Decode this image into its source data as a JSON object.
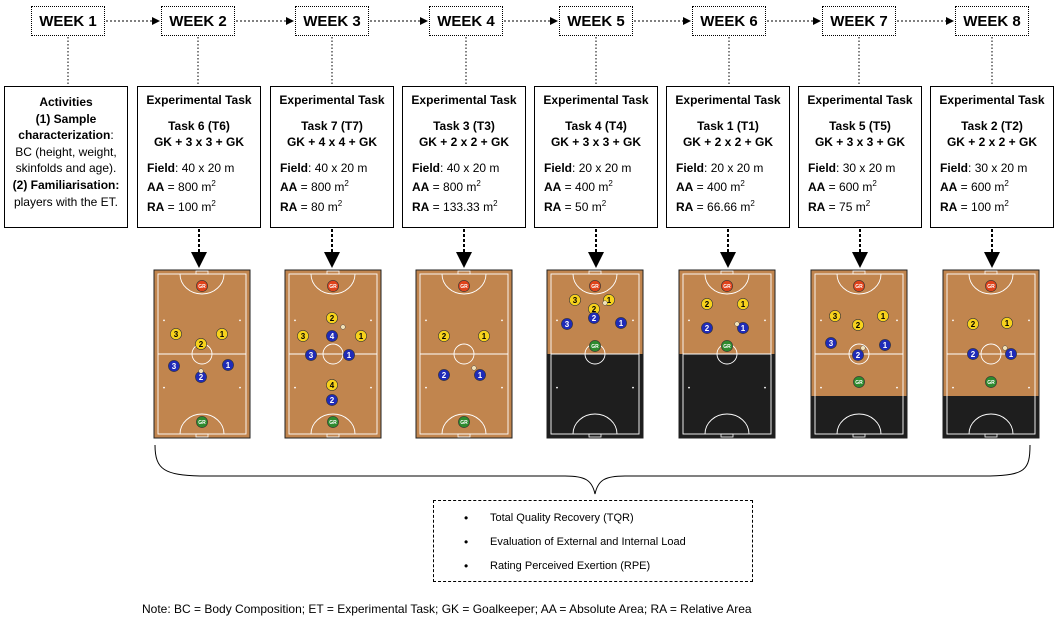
{
  "weeks": [
    "WEEK 1",
    "WEEK 2",
    "WEEK 3",
    "WEEK 4",
    "WEEK 5",
    "WEEK 6",
    "WEEK 7",
    "WEEK 8"
  ],
  "activities": {
    "title": "Activities",
    "item1_title": "(1) Sample",
    "item1_title2": "characterization",
    "item1_text1": "BC (height, weight,",
    "item1_text2": "skinfolds and age).",
    "item2_title": "(2) Familiarisation:",
    "item2_text": "players with the ET."
  },
  "panel_header": "Experimental Task",
  "tasks": [
    {
      "week": "WEEK 2",
      "task": "Task 6 (T6)",
      "format": "GK + 3 x 3 + GK",
      "field": "40 x 20 m",
      "aa": "800 m",
      "ra": "100 m",
      "court": "full"
    },
    {
      "week": "WEEK 3",
      "task": "Task 7 (T7)",
      "format": "GK + 4 x 4 + GK",
      "field": "40 x 20 m",
      "aa": "800 m",
      "ra": "80 m",
      "court": "full"
    },
    {
      "week": "WEEK 4",
      "task": "Task 3 (T3)",
      "format": "GK + 2 x 2 + GK",
      "field": "40 x 20 m",
      "aa": "800 m",
      "ra": "133.33 m",
      "court": "full"
    },
    {
      "week": "WEEK 5",
      "task": "Task 4 (T4)",
      "format": "GK + 3 x 3 + GK",
      "field": "20 x 20 m",
      "aa": "400 m",
      "ra": "50 m",
      "court": "half"
    },
    {
      "week": "WEEK 6",
      "task": "Task 1 (T1)",
      "format": "GK + 2 x 2 + GK",
      "field": "20 x 20 m",
      "aa": "400 m",
      "ra": "66.66 m",
      "court": "half"
    },
    {
      "week": "WEEK 7",
      "task": "Task 5 (T5)",
      "format": "GK + 3 x 3 + GK",
      "field": "30 x 20 m",
      "aa": "600 m",
      "ra": "75 m",
      "court": "threequarter"
    },
    {
      "week": "WEEK 8",
      "task": "Task 2 (T2)",
      "format": "GK + 2 x 2 + GK",
      "field": "30 x 20 m",
      "aa": "600 m",
      "ra": "100 m",
      "court": "threequarter"
    }
  ],
  "labels": {
    "field": "Field",
    "aa": "AA",
    "ra": "RA",
    "sup": "2",
    "gk": "GR"
  },
  "summary": [
    "Total Quality Recovery (TQR)",
    "Evaluation of External and Internal Load",
    "Rating Perceived Exertion (RPE)"
  ],
  "summary_bullet": "•",
  "note": "Note: BC = Body Composition; ET = Experimental Task; GK = Goalkeeper; AA = Absolute Area; RA = Relative Area",
  "colors": {
    "court": "#c1854e",
    "court_dark": "#1e1e1e",
    "yellow": "#f7d21c",
    "blue": "#1f2bb8",
    "gk_top": "#e0431b",
    "gk_bottom": "#2e8b2e"
  }
}
